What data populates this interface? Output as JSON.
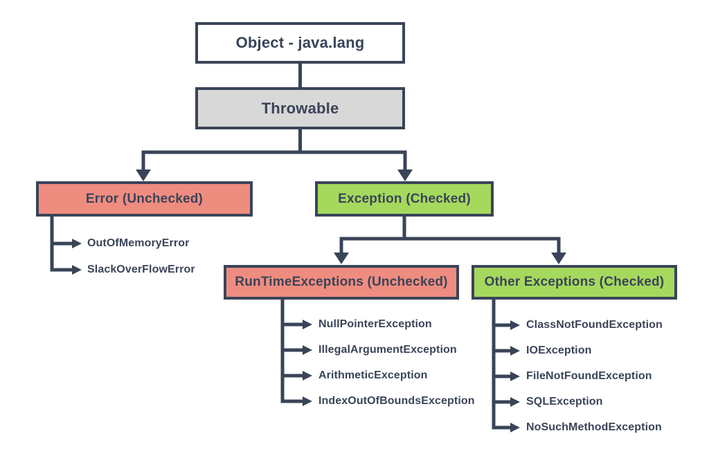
{
  "diagram": {
    "nodes": {
      "object": "Object - java.lang",
      "throwable": "Throwable",
      "error": "Error (Unchecked)",
      "exception": "Exception (Checked)",
      "runtime": "RunTimeExceptions (Unchecked)",
      "other": "Other Exceptions (Checked)"
    },
    "error_children": [
      "OutOfMemoryError",
      "SlackOverFlowError"
    ],
    "runtime_children": [
      "NullPointerException",
      "IllegalArgumentException",
      "ArithmeticException",
      "IndexOutOfBoundsException"
    ],
    "other_children": [
      "ClassNotFoundException",
      "IOException",
      "FileNotFoundException",
      "SQLException",
      "NoSuchMethodException"
    ],
    "colors": {
      "outline": "#3A4458",
      "text": "#3A4458",
      "unchecked_fill": "#EF8C80",
      "checked_fill": "#A5D95E",
      "throwable_fill": "#D8D8D8",
      "object_fill": "#FFFFFF",
      "background": "#FFFFFF"
    }
  }
}
